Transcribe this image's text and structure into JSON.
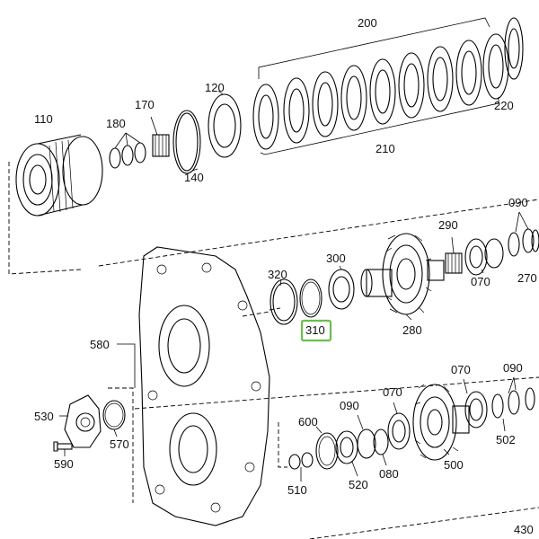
{
  "labels": {
    "p110": "110",
    "p120": "120",
    "p140": "140",
    "p170": "170",
    "p180": "180",
    "p200": "200",
    "p210": "210",
    "p220": "220",
    "p090a": "090",
    "p290": "290",
    "p300": "300",
    "p320": "320",
    "p310": "310",
    "p070a": "070",
    "p270": "270",
    "p280": "280",
    "p580": "580",
    "p530": "530",
    "p570": "570",
    "p590": "590",
    "p600": "600",
    "p090b": "090",
    "p070b": "070",
    "p070c": "070",
    "p090c": "090",
    "p510": "510",
    "p520": "520",
    "p080": "080",
    "p500": "500",
    "p502": "502",
    "p430": "430"
  },
  "highlight": {
    "part": "310",
    "color": "#6abf4b"
  }
}
